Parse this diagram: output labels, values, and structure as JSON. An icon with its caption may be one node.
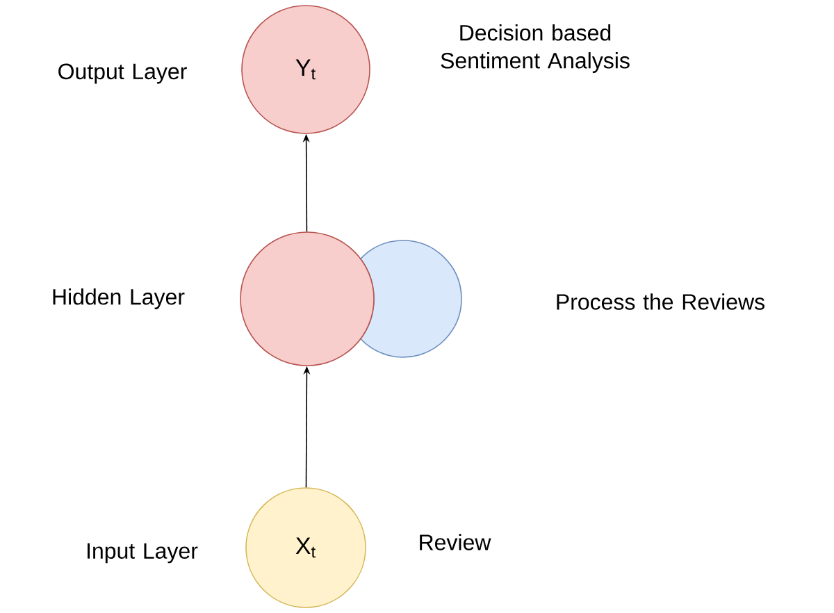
{
  "diagram": {
    "nodes": [
      {
        "text": [
          "Y$_{t}$"
        ],
        "beside": [
          "Output Layer",
          "Decision based Sentiment Analysis"
        ]
      },
      {
        "text": [],
        "shape": "circle",
        "beside": [
          "Hidden Layer"
        ]
      },
      {
        "text": [],
        "shape": "circle"
      },
      {
        "text": [
          "X$_{t}$"
        ],
        "beside": [
          "Input Layer",
          "Review"
        ]
      }
    ],
    "edges": [
      {
        "from": 3,
        "to": 1,
        "arrow": "to"
      },
      {
        "from": 1,
        "to": 0,
        "arrow": "to"
      }
    ],
    "labels": [
      "Process the Reviews"
    ]
  }
}
